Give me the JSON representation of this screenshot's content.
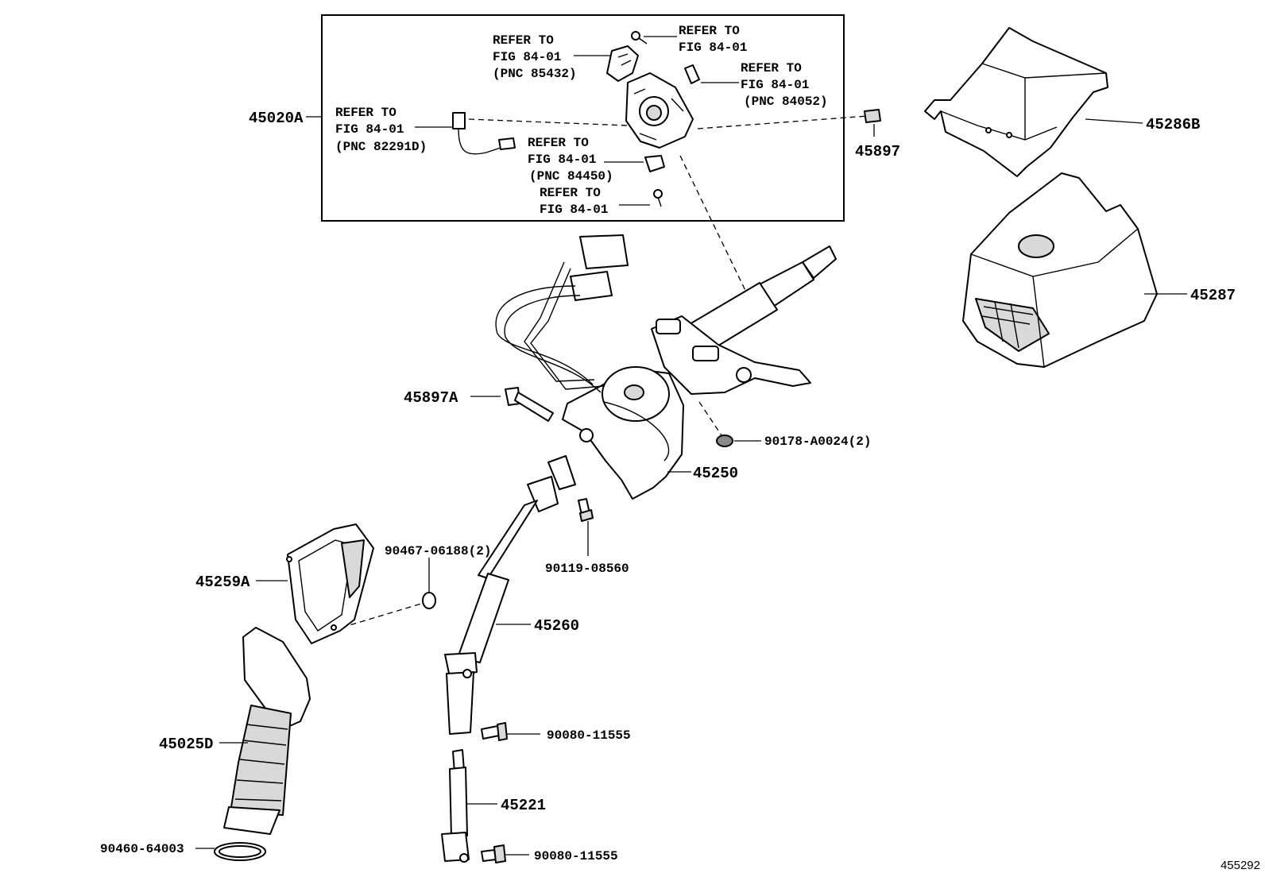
{
  "figure_id": "455292",
  "refer_to_labels": [
    {
      "lines": [
        "REFER TO",
        "FIG 84-01",
        "(PNC 85432)"
      ]
    },
    {
      "lines": [
        "REFER TO",
        "FIG 84-01"
      ]
    },
    {
      "lines": [
        "REFER TO",
        "FIG 84-01",
        "(PNC 84052)"
      ]
    },
    {
      "lines": [
        "REFER TO",
        "FIG 84-01",
        "(PNC 82291D)"
      ]
    },
    {
      "lines": [
        "REFER TO",
        "FIG 84-01",
        "(PNC 84450)"
      ]
    },
    {
      "lines": [
        "REFER TO",
        "FIG 84-01"
      ]
    }
  ],
  "part_numbers": {
    "assy_45020a": "45020A",
    "p45897": "45897",
    "p45286b": "45286B",
    "p45287": "45287",
    "p45897a": "45897A",
    "p90178": "90178-A0024(2)",
    "p45250": "45250",
    "p90467": "90467-06188(2)",
    "p90119": "90119-08560",
    "p45259a": "45259A",
    "p45260": "45260",
    "p45025d": "45025D",
    "p90080_upper": "90080-11555",
    "p45221": "45221",
    "p90460": "90460-64003",
    "p90080_lower": "90080-11555"
  }
}
